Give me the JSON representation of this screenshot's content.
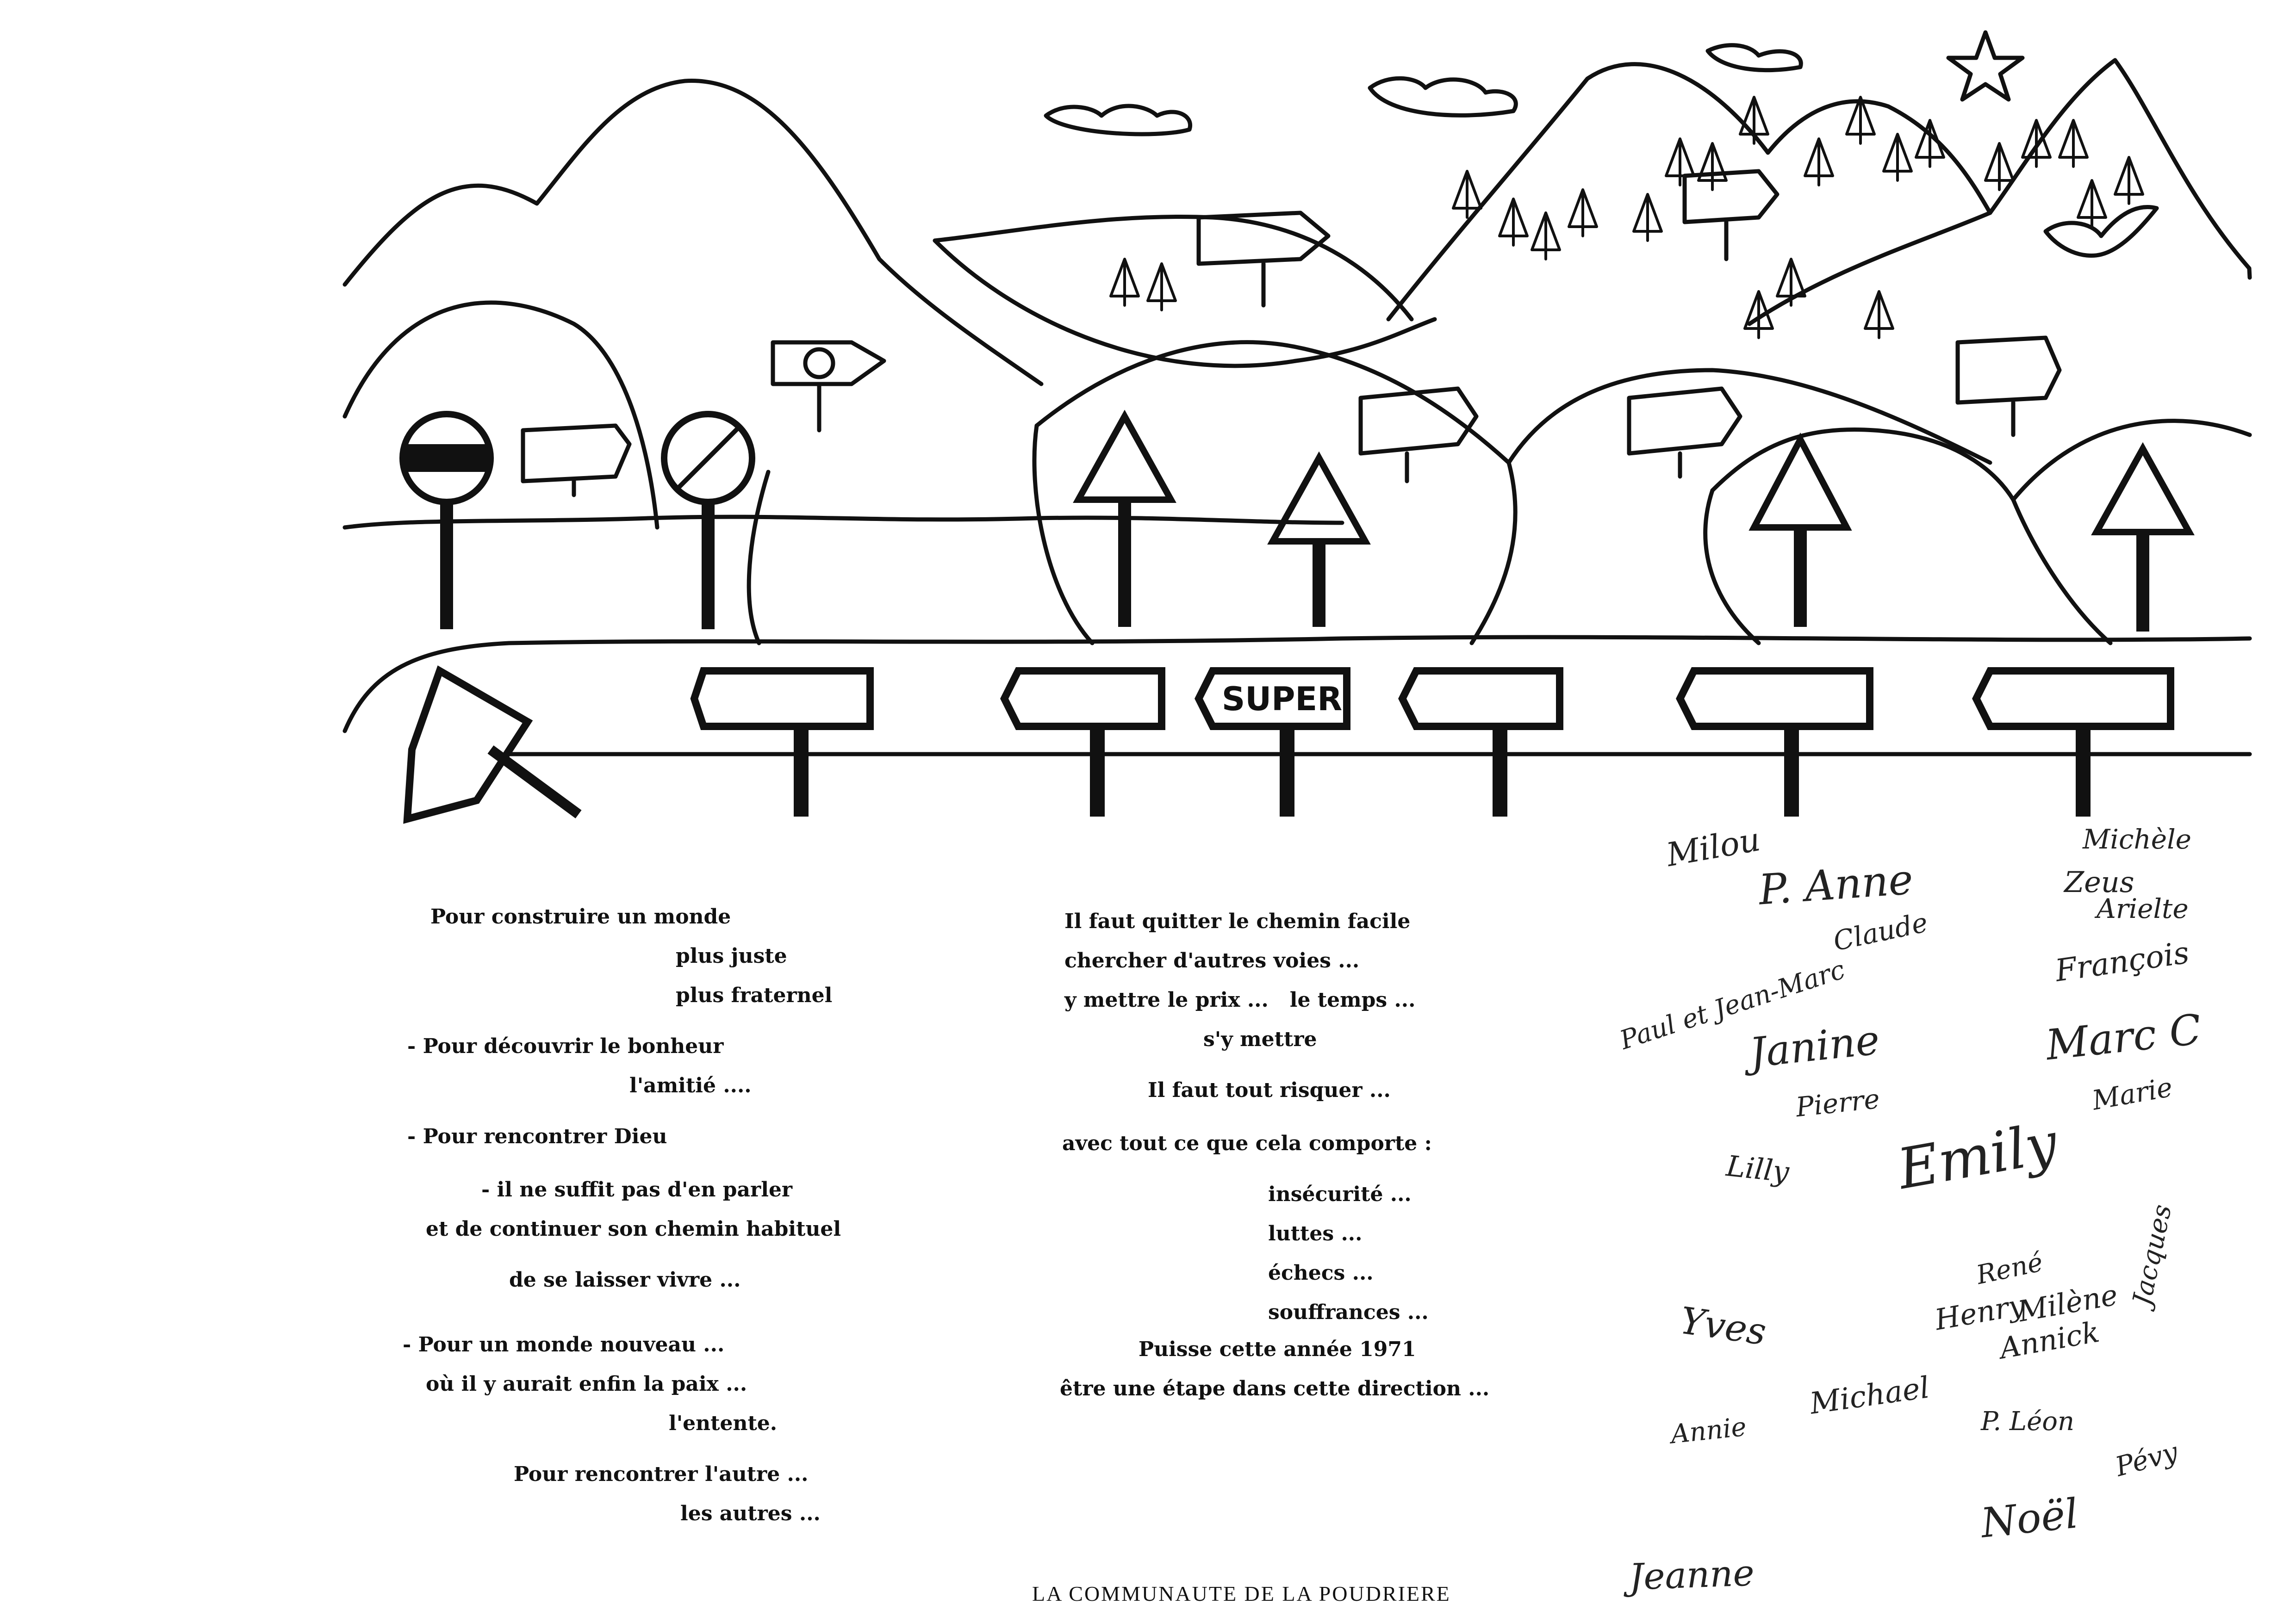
{
  "illustration": {
    "road_sign_label": "SUPER"
  },
  "poem_left": [
    "Pour construire un monde",
    "plus juste",
    "plus fraternel",
    "- Pour découvrir le bonheur",
    "l'amitié ....",
    "- Pour rencontrer Dieu",
    "- il ne suffit pas d'en parler",
    "et de continuer son chemin habituel",
    "de se laisser vivre ...",
    "- Pour un monde nouveau ...",
    "où il y aurait enfin la paix ...",
    "l'entente.",
    "Pour rencontrer l'autre ...",
    "les autres ..."
  ],
  "poem_right": [
    "Il faut quitter le chemin facile",
    "chercher d'autres voies ...",
    "y mettre le prix ...   le temps ...",
    "s'y mettre",
    "Il faut tout risquer ...",
    "avec tout ce que cela comporte :",
    "insécurité ...",
    "luttes ...",
    "échecs ...",
    "souffrances ...",
    "Puisse cette année 1971",
    "être une étape dans cette direction ..."
  ],
  "footer": "LA COMMUNAUTE DE LA POUDRIERE",
  "signatures": [
    "Milou",
    "P. Anne",
    "Michèle",
    "Zeus",
    "Arielte",
    "Claude",
    "François",
    "Paul et Jean-Marc",
    "Janine",
    "Marc C",
    "Marie",
    "Pierre",
    "Lilly",
    "Emily",
    "Jacques",
    "René",
    "Yves",
    "Henry",
    "Milène",
    "Annick",
    "Michael",
    "P. Léon",
    "Annie",
    "Pévy",
    "Noël",
    "Jeanne"
  ]
}
